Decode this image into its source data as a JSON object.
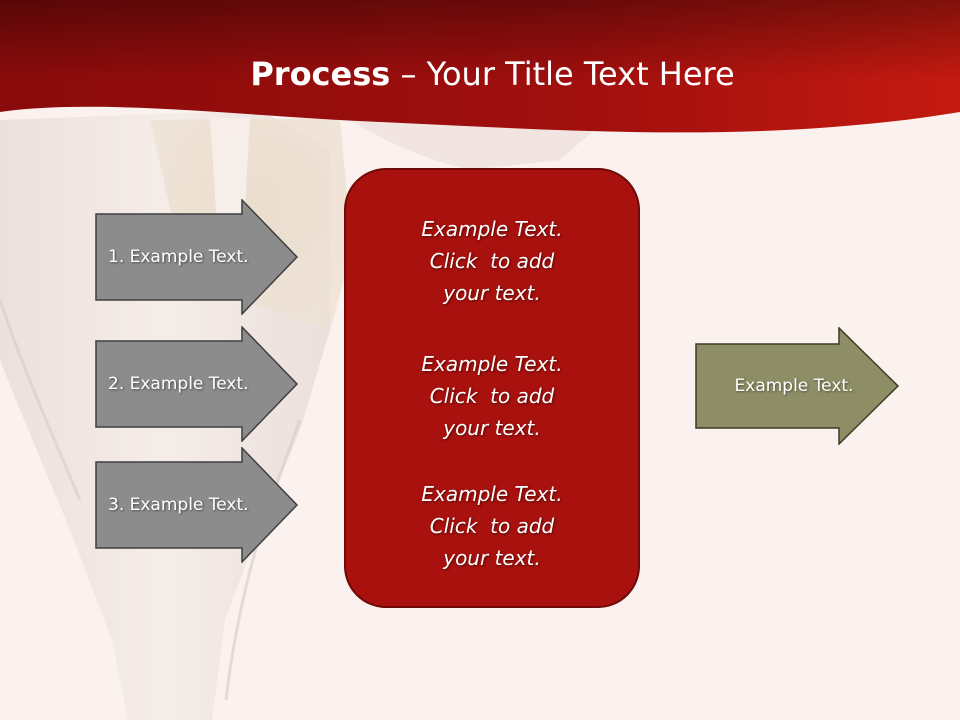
{
  "title": {
    "bold": "Process",
    "rest": " – Your Title Text Here"
  },
  "left_arrows": [
    {
      "label": "1. Example Text."
    },
    {
      "label": "2. Example Text."
    },
    {
      "label": "3. Example Text."
    }
  ],
  "center_blocks": [
    {
      "line1": "Example Text.",
      "line2": "Click  to add",
      "line3": "your text."
    },
    {
      "line1": "Example Text.",
      "line2": "Click  to add",
      "line3": "your text."
    },
    {
      "line1": "Example Text.",
      "line2": "Click  to add",
      "line3": "your text."
    }
  ],
  "right_arrow": {
    "label": "Example Text."
  },
  "colors": {
    "header_red": "#9c0e0e",
    "center_box": "#a8110d",
    "left_arrow_fill": "#8c8c8c",
    "right_arrow_fill": "#8e8e66",
    "background": "#fbf1ef"
  }
}
